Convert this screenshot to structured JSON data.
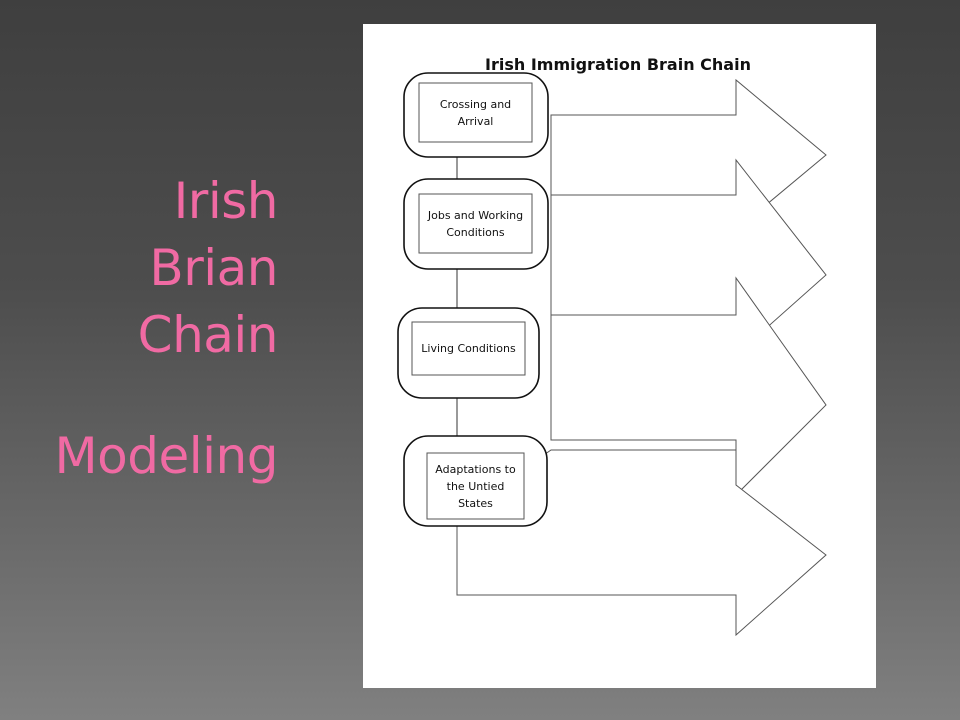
{
  "slide": {
    "title_lines": [
      "Irish",
      "Brian",
      "Chain"
    ],
    "subtitle": "Modeling"
  },
  "worksheet": {
    "title": "Irish Immigration Brain Chain",
    "links": [
      {
        "label": "Crossing and Arrival"
      },
      {
        "label": "Jobs and Working Conditions"
      },
      {
        "label": "Living Conditions"
      },
      {
        "label": "Adaptations to the Untied States"
      }
    ]
  }
}
